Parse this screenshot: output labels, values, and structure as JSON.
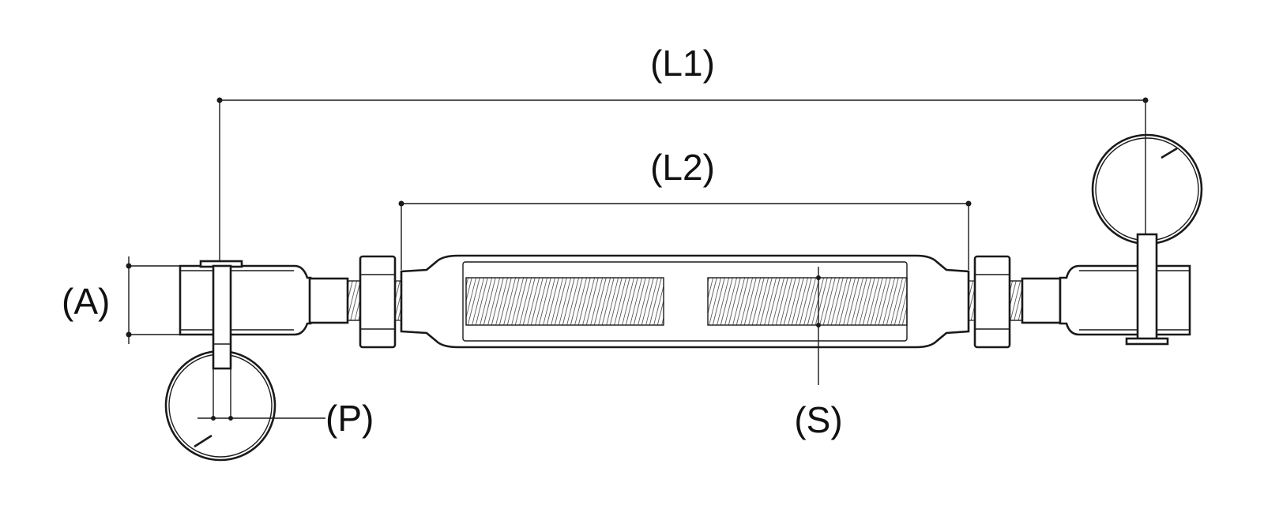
{
  "diagram": {
    "labels": {
      "l1": "(L1)",
      "l2": "(L2)",
      "a": "(A)",
      "p": "(P)",
      "s": "(S)"
    },
    "line_color": "#1a1a1a",
    "background": "#ffffff"
  }
}
